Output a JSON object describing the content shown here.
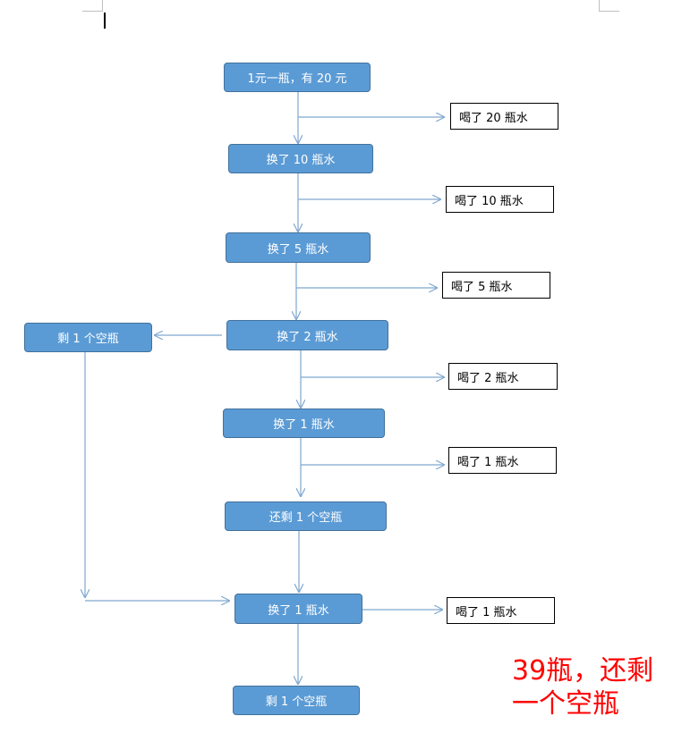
{
  "nodes": {
    "start": "1元一瓶，有 20 元",
    "swap10": "换了 10 瓶水",
    "swap5": "换了 5 瓶水",
    "swap2": "换了 2 瓶水",
    "left1": "剩 1 个空瓶",
    "swap1a": "换了 1 瓶水",
    "remain1": "还剩 1 个空瓶",
    "swap1b": "换了 1 瓶水",
    "final": "剩 1 个空瓶"
  },
  "results": {
    "drink20": "喝了 20 瓶水",
    "drink10": "喝了 10 瓶水",
    "drink5": "喝了 5 瓶水",
    "drink2": "喝了 2 瓶水",
    "drink1a": "喝了 1 瓶水",
    "drink1b": "喝了 1 瓶水"
  },
  "answer": {
    "line1": "39瓶，还剩",
    "line2": "一个空瓶"
  },
  "colors": {
    "node_fill": "#5b9bd5",
    "node_border": "#41719c",
    "connector": "#7fa7cf",
    "answer_text": "#ff0000"
  }
}
